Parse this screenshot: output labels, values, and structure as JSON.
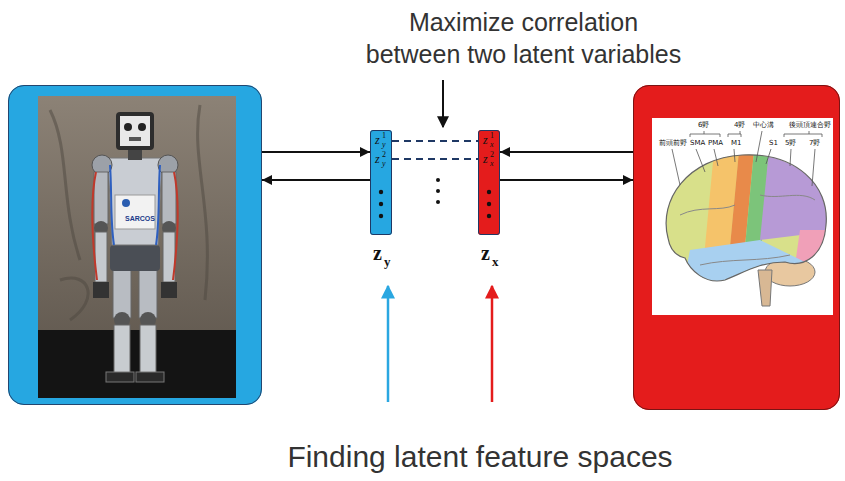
{
  "diagram": {
    "nodes": [
      {
        "text": [
          "SARCOS"
        ]
      },
      {
        "text": [
          "z",
          "1",
          "y",
          "z",
          "2",
          "y",
          "z",
          "y"
        ]
      },
      {
        "text": [
          "z",
          "1",
          "x",
          "z",
          "2",
          "x",
          "z",
          "x"
        ]
      },
      {
        "text": [
          "前頭前野",
          "6野",
          "SMA",
          "PMA",
          "4野",
          "M1",
          "中心溝",
          "S1",
          "5野",
          "後頭頂連合野",
          "7野"
        ]
      }
    ],
    "edges": [
      {
        "from": 0,
        "to": 1,
        "arrow": "to"
      },
      {
        "from": 1,
        "to": 0,
        "arrow": "to"
      },
      {
        "from": 1,
        "to": 2,
        "arrow": "none"
      },
      {
        "from": 1,
        "to": 2,
        "arrow": "none"
      },
      {
        "from": 3,
        "to": 2,
        "arrow": "to"
      },
      {
        "from": 2,
        "to": 3,
        "arrow": "to"
      }
    ],
    "labels": [
      "Maximize correlation between two latent variables",
      "Finding latent feature spaces"
    ]
  }
}
